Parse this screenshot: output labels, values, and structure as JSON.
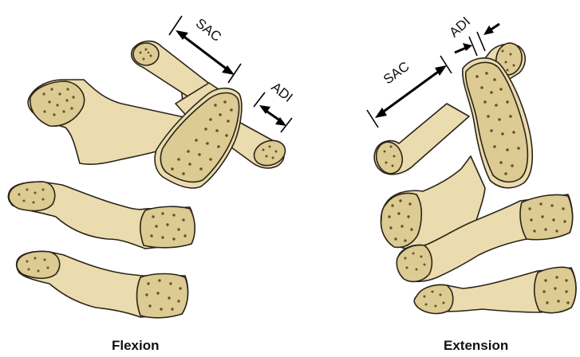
{
  "panels": {
    "flexion": {
      "caption": "Flexion",
      "labels": {
        "sac": "SAC",
        "adi": "ADI"
      }
    },
    "extension": {
      "caption": "Extension",
      "labels": {
        "sac": "SAC",
        "adi": "ADI"
      }
    }
  },
  "colors": {
    "bone_fill": "#eadcae",
    "bone_cut": "#dccb92",
    "outline": "#2b2418",
    "pores": "#6b4e2a",
    "arrow": "#000000"
  }
}
